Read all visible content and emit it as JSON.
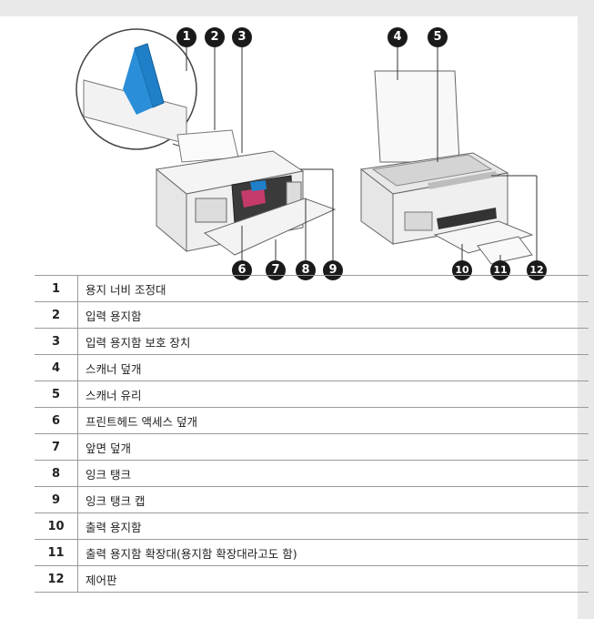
{
  "callouts": [
    "1",
    "2",
    "3",
    "4",
    "5",
    "6",
    "7",
    "8",
    "9",
    "10",
    "11",
    "12"
  ],
  "parts": [
    {
      "number": "1",
      "label": "용지 너비 조정대"
    },
    {
      "number": "2",
      "label": "입력 용지함"
    },
    {
      "number": "3",
      "label": "입력 용지함 보호 장치"
    },
    {
      "number": "4",
      "label": "스캐너 덮개"
    },
    {
      "number": "5",
      "label": "스캐너 유리"
    },
    {
      "number": "6",
      "label": "프린트헤드 액세스 덮개"
    },
    {
      "number": "7",
      "label": "앞면 덮개"
    },
    {
      "number": "8",
      "label": "잉크 탱크"
    },
    {
      "number": "9",
      "label": "잉크 탱크 캡"
    },
    {
      "number": "10",
      "label": "출력 용지함"
    },
    {
      "number": "11",
      "label": "출력 용지함 확장대(용지함 확장대라고도 함)"
    },
    {
      "number": "12",
      "label": "제어판"
    }
  ],
  "colors": {
    "callout": "#1a1a1a",
    "accent_blue": "#1f7fc8"
  }
}
